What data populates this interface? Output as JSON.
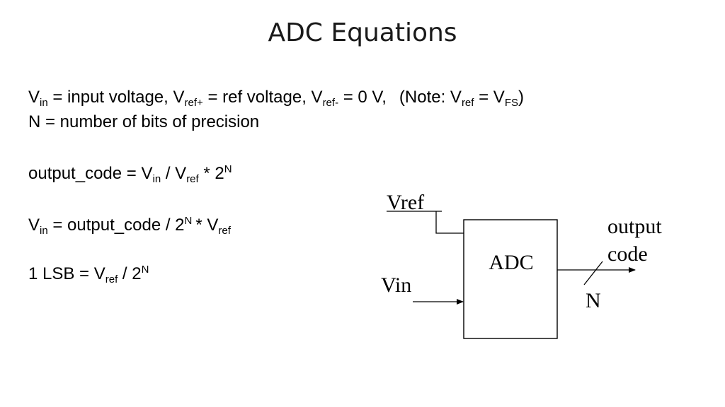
{
  "title": "ADC Equations",
  "defs": {
    "line1": {
      "vin_v": "V",
      "vin_sub": "in",
      "vin_text": " = input voltage, ",
      "vrefp_v": "V",
      "vrefp_sub": "ref+",
      "vrefp_text": " = ref voltage, ",
      "vrefm_v": "V",
      "vrefm_sub": "ref-",
      "vrefm_text": " = 0 V,",
      "note_open": "(Note: V",
      "note_sub1": "ref",
      "note_mid": " = V",
      "note_sub2": "FS",
      "note_close": ")"
    },
    "line2": "N = number of bits of precision"
  },
  "eq_output_code": {
    "lhs": "output_code = V",
    "sub1": "in",
    "mid": " / V",
    "sub2": "ref",
    "tail": " * 2",
    "sup": "N"
  },
  "eq_vin": {
    "v": "V",
    "sub1": "in",
    "mid": " = output_code / 2",
    "sup": "N",
    "tail": "* V",
    "sub2": "ref"
  },
  "eq_lsb": {
    "lhs": "1 LSB = V",
    "sub": "ref",
    "mid": " / 2",
    "sup": "N"
  },
  "diagram": {
    "vref_label": "Vref",
    "vin_label": "Vin",
    "block_label": "ADC",
    "output_label_line1": "output",
    "output_label_line2": "code",
    "bus_width_label": "N"
  }
}
